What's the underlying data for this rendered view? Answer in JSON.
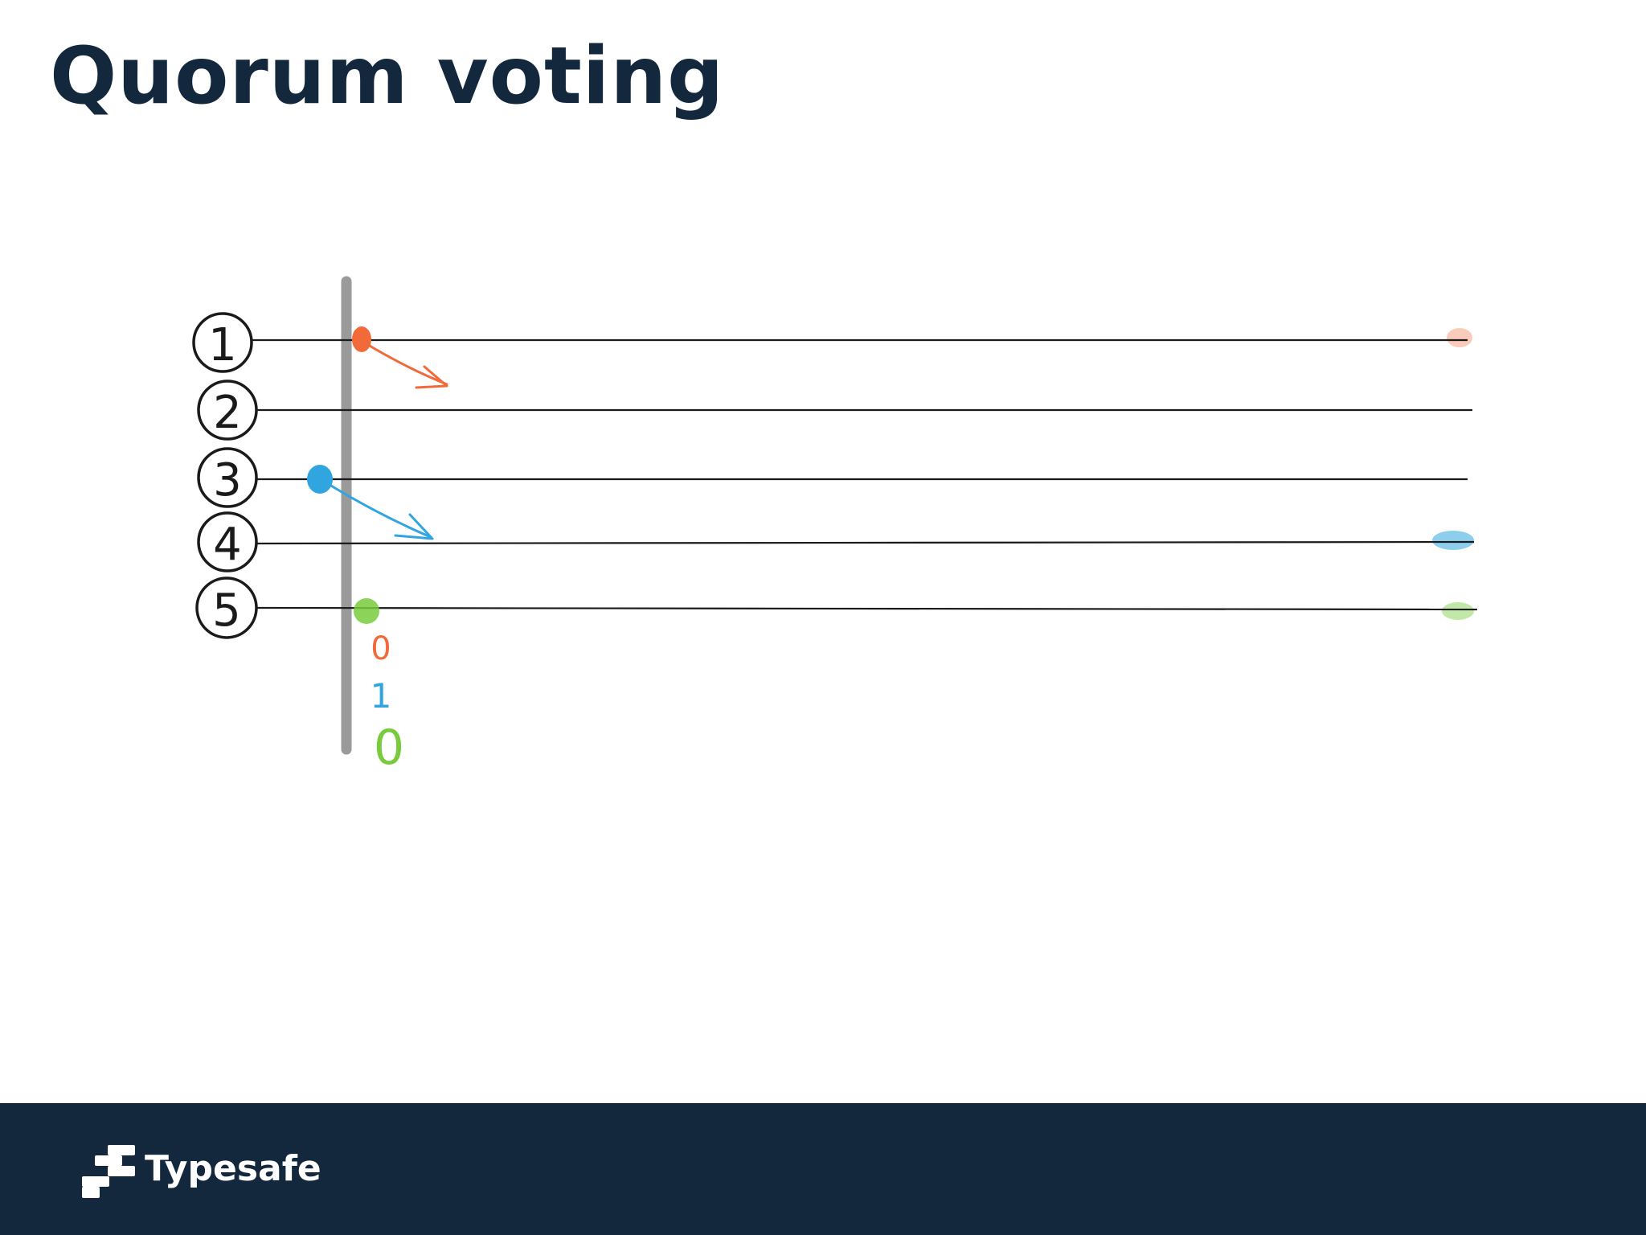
{
  "slide": {
    "title": "Quorum voting"
  },
  "diagram": {
    "nodes": [
      {
        "label": "1",
        "stroke": "#f26a3a"
      },
      {
        "label": "2",
        "stroke": "#f26a3a"
      },
      {
        "label": "3",
        "stroke": "#31a5df"
      },
      {
        "label": "4",
        "stroke": "#31a5df"
      },
      {
        "label": "5",
        "stroke": "#78cc3c"
      }
    ],
    "votes": [
      {
        "label": "0",
        "color": "#f26a3a"
      },
      {
        "label": "1",
        "color": "#31a5df"
      },
      {
        "label": "0",
        "color": "#78cc3c"
      }
    ],
    "colors": {
      "red": "#f26a3a",
      "blue": "#31a5df",
      "green": "#78cc3c",
      "time_bar": "#9a9a9a",
      "ink": "#1a1a1a"
    }
  },
  "footer": {
    "brand": "Typesafe",
    "logo_icon": "typesafe-logo-icon",
    "background": "#13283d"
  }
}
